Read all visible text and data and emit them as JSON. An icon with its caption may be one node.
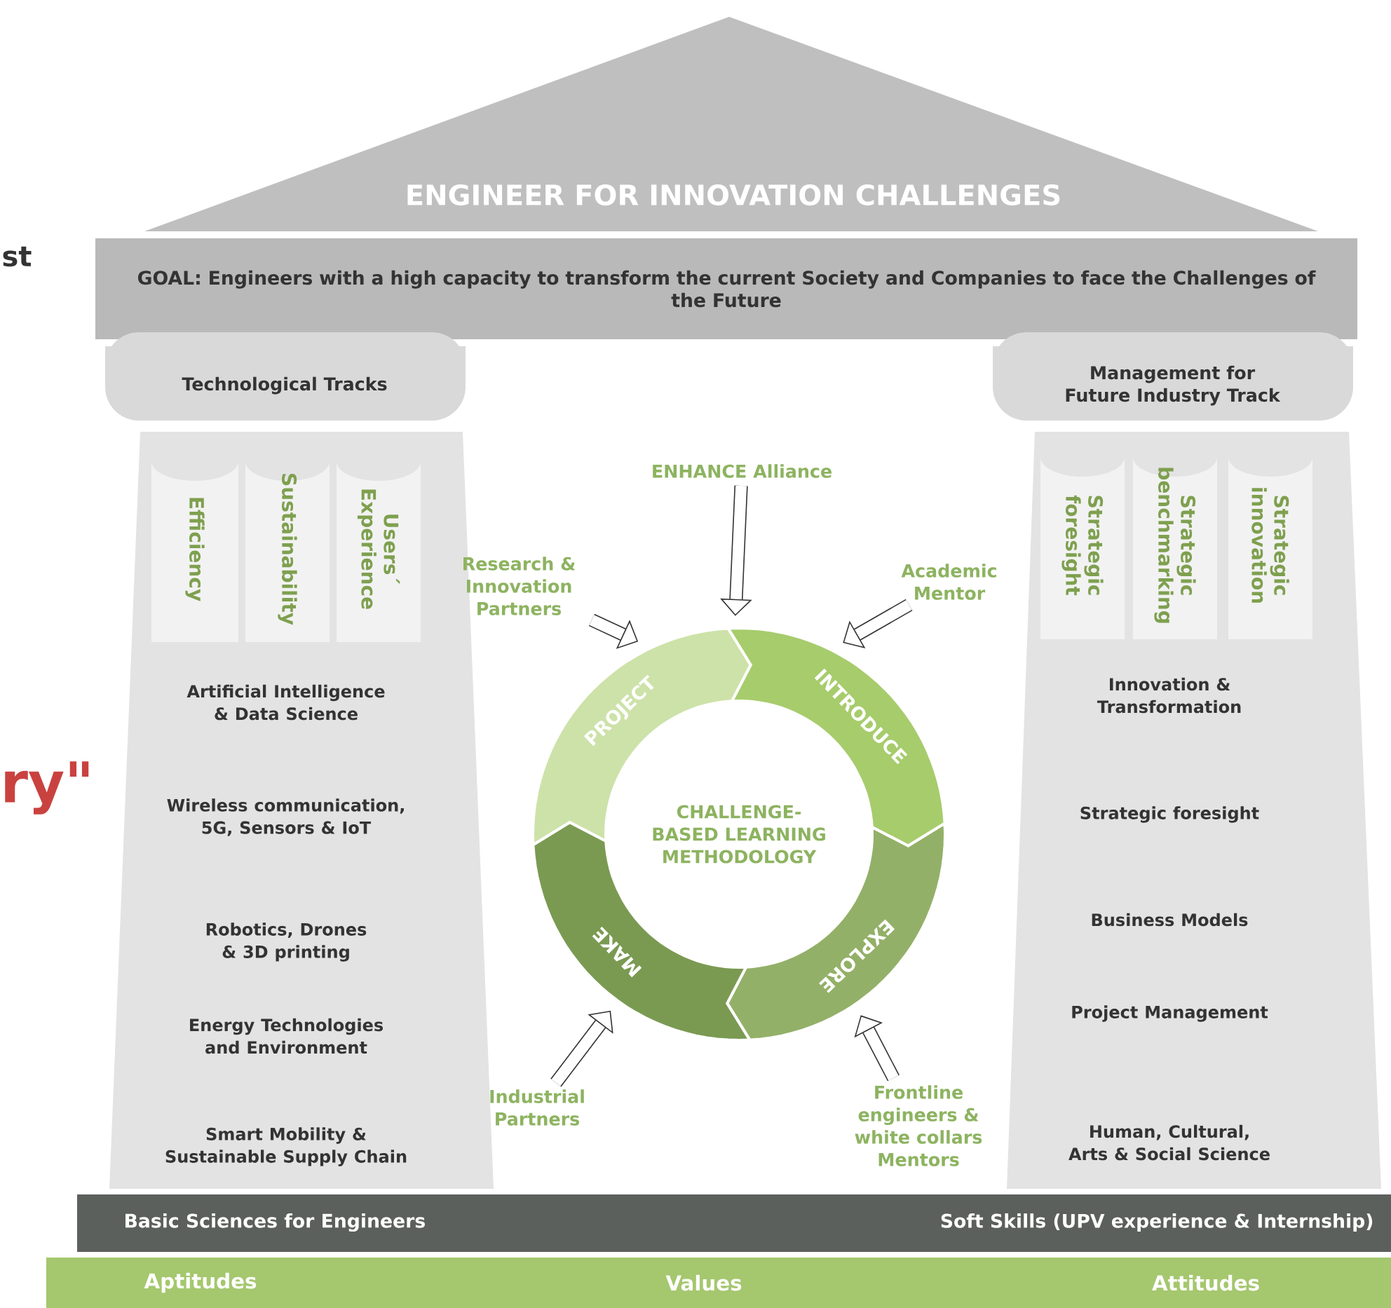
{
  "diagram": {
    "title": "ENGINEER FOR INNOVATION CHALLENGES",
    "nodes": [
      {
        "text": [
          "GOAL: Engineers with a high capacity to transform the current Society and Companies to face the Challenges of the Future"
        ]
      },
      {
        "text": [
          "Technological Tracks"
        ]
      },
      {
        "text": [
          "Artificial Intelligence & Data Science",
          "Wireless communication, 5G, Sensors & IoT",
          "Robotics, Drones & 3D printing",
          "Energy Technologies and Environment",
          "Smart Mobility & Sustainable Supply Chain"
        ]
      },
      {
        "text": [
          "Efficiency"
        ],
        "in": 2
      },
      {
        "text": [
          "Sustainability"
        ],
        "in": 2
      },
      {
        "text": [
          "Users´ Experience"
        ],
        "in": 2
      },
      {
        "text": [
          "Management for Future Industry Track"
        ]
      },
      {
        "text": [
          "Innovation & Transformation",
          "Strategic foresight",
          "Business Models",
          "Project Management",
          "Human, Cultural, Arts & Social Science"
        ]
      },
      {
        "text": [
          "Strategic foresight"
        ],
        "in": 7
      },
      {
        "text": [
          "Strategic benchmarking"
        ],
        "in": 7
      },
      {
        "text": [
          "Strategic innovation"
        ],
        "in": 7
      },
      {
        "text": [
          "ENHANCE Alliance"
        ]
      },
      {
        "text": [
          "Research & Innovation Partners"
        ]
      },
      {
        "text": [
          "Academic Mentor"
        ]
      },
      {
        "text": [
          "CHALLENGE-BASED LEARNING METHODOLOGY"
        ]
      },
      {
        "text": [
          "PROJECT"
        ]
      },
      {
        "text": [
          "INTRODUCE"
        ]
      },
      {
        "text": [
          "EXPLORE"
        ]
      },
      {
        "text": [
          "MAKE"
        ]
      },
      {
        "text": [
          "Industrial Partners"
        ]
      },
      {
        "text": [
          "Frontline engineers & white collars Mentors"
        ]
      },
      {
        "text": [
          "Basic Sciences for Engineers",
          "Soft Skills (UPV experience & Internship)"
        ]
      },
      {
        "text": [
          "Aptitudes",
          "Values",
          "Attitudes"
        ]
      }
    ],
    "edges": [
      {
        "from": 11,
        "to": 15,
        "arrow": "to"
      },
      {
        "from": 12,
        "to": 15,
        "arrow": "to"
      },
      {
        "from": 13,
        "to": 16,
        "arrow": "to"
      },
      {
        "from": 19,
        "to": 18,
        "arrow": "to"
      },
      {
        "from": 20,
        "to": 17,
        "arrow": "to"
      }
    ],
    "labels": [
      "st",
      "ry\""
    ]
  }
}
